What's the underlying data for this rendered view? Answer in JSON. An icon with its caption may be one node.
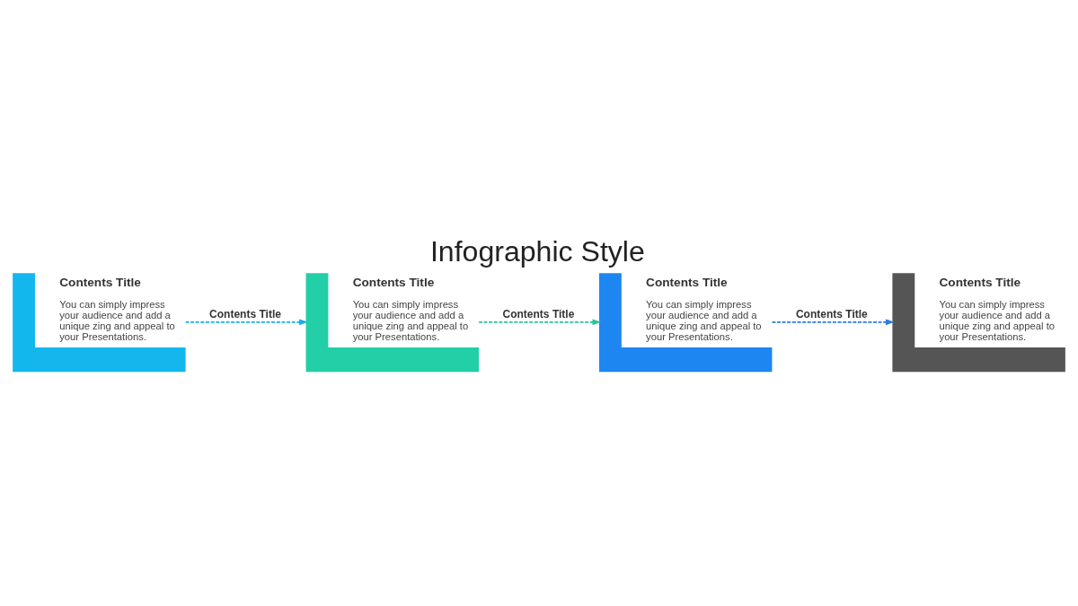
{
  "diagram": {
    "title": "Infographic Style",
    "nodes": [
      {
        "text": [
          "Contents Title",
          "You can simply impress your audience and add a unique zing and appeal to your Presentations."
        ]
      },
      {
        "text": [
          "Contents Title",
          "You can simply impress your audience and add a unique zing and appeal to your Presentations."
        ]
      },
      {
        "text": [
          "Contents Title",
          "You can simply impress your audience and add a unique zing and appeal to your Presentations."
        ]
      },
      {
        "text": [
          "Contents Title",
          "You can simply impress your audience and add a unique zing and appeal to your Presentations."
        ]
      }
    ],
    "edges": [
      {
        "from": 0,
        "to": 1,
        "arrow": "to",
        "label": "Contents Title",
        "style": "dashed",
        "color": "#1aaee8"
      },
      {
        "from": 1,
        "to": 2,
        "arrow": "to",
        "label": "Contents Title",
        "style": "dashed",
        "color": "#2cc39c"
      },
      {
        "from": 2,
        "to": 3,
        "arrow": "to",
        "label": "Contents Title",
        "style": "dashed",
        "color": "#2a7de1"
      }
    ]
  }
}
